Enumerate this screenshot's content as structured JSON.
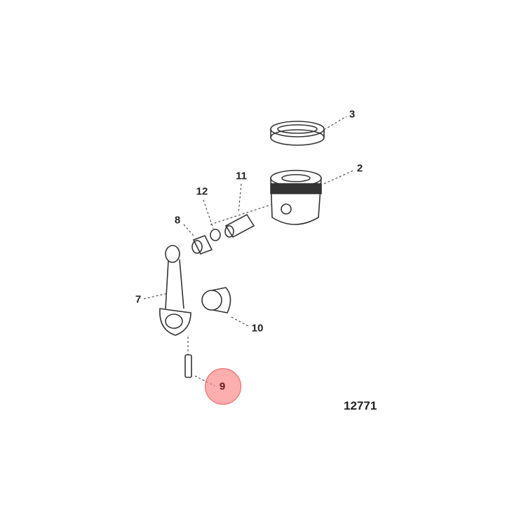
{
  "diagram": {
    "figure_number": "12771",
    "highlight_color": "#f47c7c",
    "highlighted_callout": "9",
    "callouts": [
      {
        "id": "3",
        "part": "piston-rings"
      },
      {
        "id": "2",
        "part": "piston"
      },
      {
        "id": "11",
        "part": "piston-pin"
      },
      {
        "id": "12",
        "part": "retaining-ring"
      },
      {
        "id": "8",
        "part": "pin-bushing"
      },
      {
        "id": "7",
        "part": "connecting-rod"
      },
      {
        "id": "10",
        "part": "rod-bearing"
      },
      {
        "id": "9",
        "part": "rod-bolt"
      }
    ]
  }
}
